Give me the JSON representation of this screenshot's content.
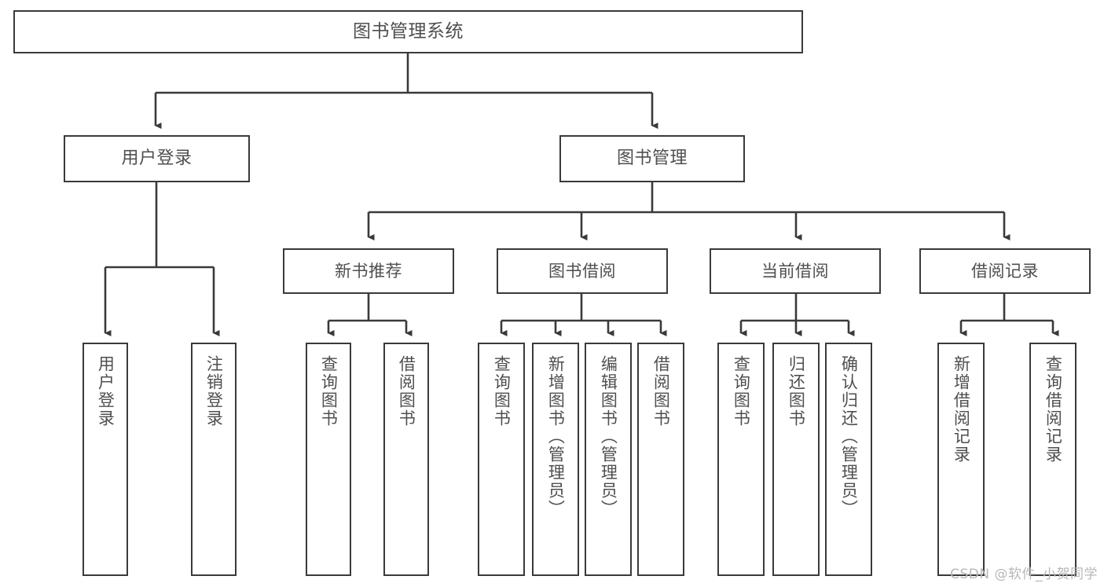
{
  "diagram": {
    "title": "图书管理系统",
    "watermark": "CSDN @软件_小贺同学",
    "line_color": "#3a3a3a",
    "text_color": "#4f4f4f",
    "background": "#ffffff",
    "root": {
      "label": "图书管理系统"
    },
    "level2": [
      {
        "label": "用户登录"
      },
      {
        "label": "图书管理"
      }
    ],
    "level3": [
      {
        "label": "新书推荐"
      },
      {
        "label": "图书借阅"
      },
      {
        "label": "当前借阅"
      },
      {
        "label": "借阅记录"
      }
    ],
    "leaves": {
      "user_login": [
        {
          "label": "用户登录"
        },
        {
          "label": "注销登录"
        }
      ],
      "new_book": [
        {
          "label": "查询图书"
        },
        {
          "label": "借阅图书"
        }
      ],
      "book_borrow": [
        {
          "label": "查询图书"
        },
        {
          "label": "新增图书（管理员）"
        },
        {
          "label": "编辑图书（管理员）"
        },
        {
          "label": "借阅图书"
        }
      ],
      "current_borrow": [
        {
          "label": "查询图书"
        },
        {
          "label": "归还图书"
        },
        {
          "label": "确认归还（管理员）"
        }
      ],
      "borrow_record": [
        {
          "label": "新增借阅记录"
        },
        {
          "label": "查询借阅记录"
        }
      ]
    }
  }
}
